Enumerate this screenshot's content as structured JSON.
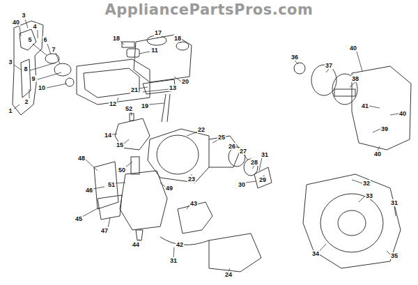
{
  "diagram": {
    "labels": [
      "AppliancePartsPros.com",
      "40",
      "3",
      "4",
      "5",
      "6",
      "7",
      "3",
      "8",
      "9",
      "10",
      "2",
      "1",
      "11",
      "13",
      "12",
      "18",
      "17",
      "18",
      "20",
      "21",
      "19",
      "52",
      "14",
      "15",
      "50",
      "51",
      "49",
      "48",
      "46",
      "45",
      "47",
      "44",
      "22",
      "25",
      "26",
      "27",
      "31",
      "28",
      "29",
      "30",
      "23",
      "43",
      "42",
      "31",
      "24",
      "36",
      "37",
      "38",
      "40",
      "41",
      "40",
      "39",
      "40",
      "32",
      "33",
      "31",
      "34",
      "35"
    ]
  }
}
